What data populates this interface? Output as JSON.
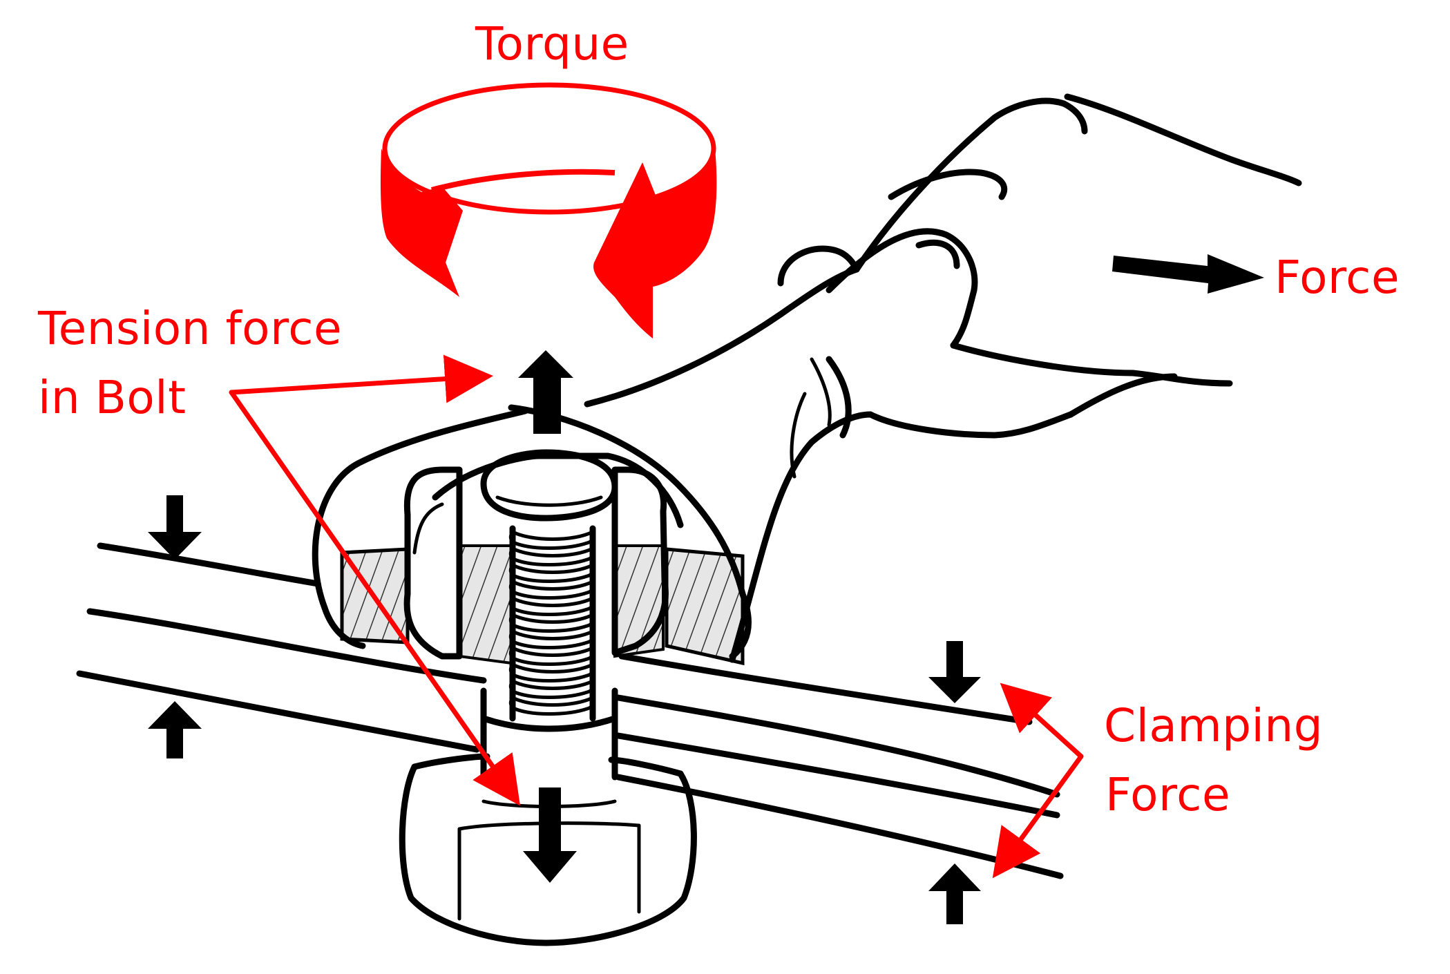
{
  "colors": {
    "accent": "#ff0000",
    "ink": "#000000",
    "background": "#ffffff"
  },
  "labels": {
    "torque": "Torque",
    "force": "Force",
    "tension_line1": "Tension force",
    "tension_line2": "in Bolt",
    "clamping_line1": "Clamping",
    "clamping_line2": "Force"
  }
}
